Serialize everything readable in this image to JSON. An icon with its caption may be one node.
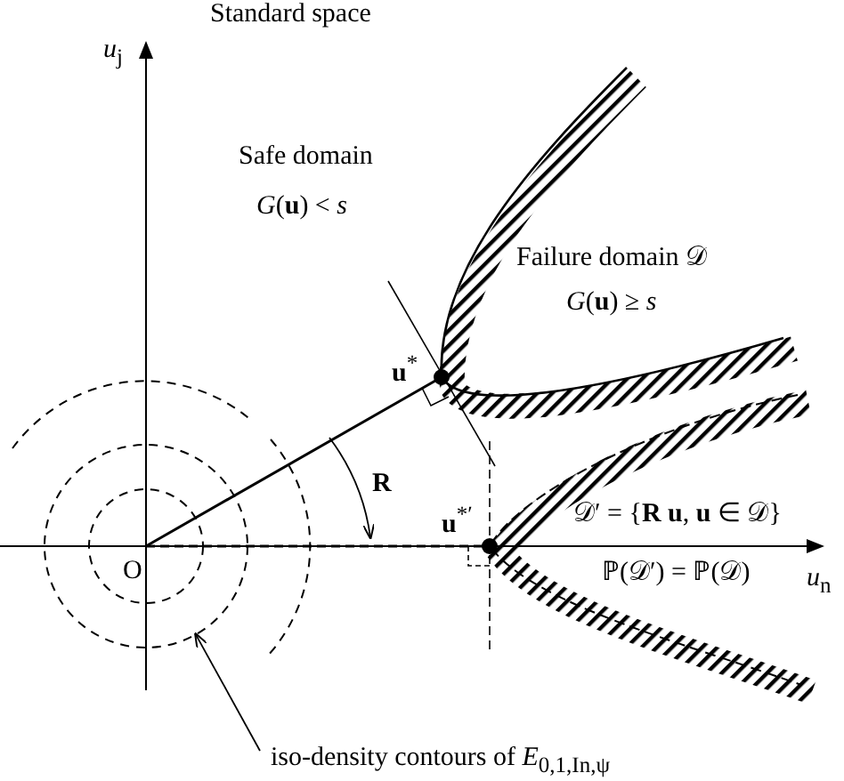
{
  "diagram": {
    "title": "Standard space",
    "nodes": [
      {
        "text": [
          "iso-density contours of *E*$_{0,1,In,ψ}$"
        ]
      },
      {
        "text": [],
        "shape": "circle"
      }
    ],
    "edges": [
      {
        "from": 0,
        "to": 1,
        "arrow": "to"
      }
    ],
    "labels": [
      "*u*$_{j}$",
      "Safe domain",
      "*G*(**u**) < *s*",
      "Failure domain 𝒟",
      "*G*(**u**) ≥ *s*",
      "**u**$^{*}$",
      "**R**",
      "𝒟′ = {**R** **u**, **u** ∈ 𝒟}",
      "**u**$^{*′}$",
      "O",
      "ℙ(𝒟′) = ℙ(𝒟)",
      "*u*$_{n}$"
    ]
  }
}
